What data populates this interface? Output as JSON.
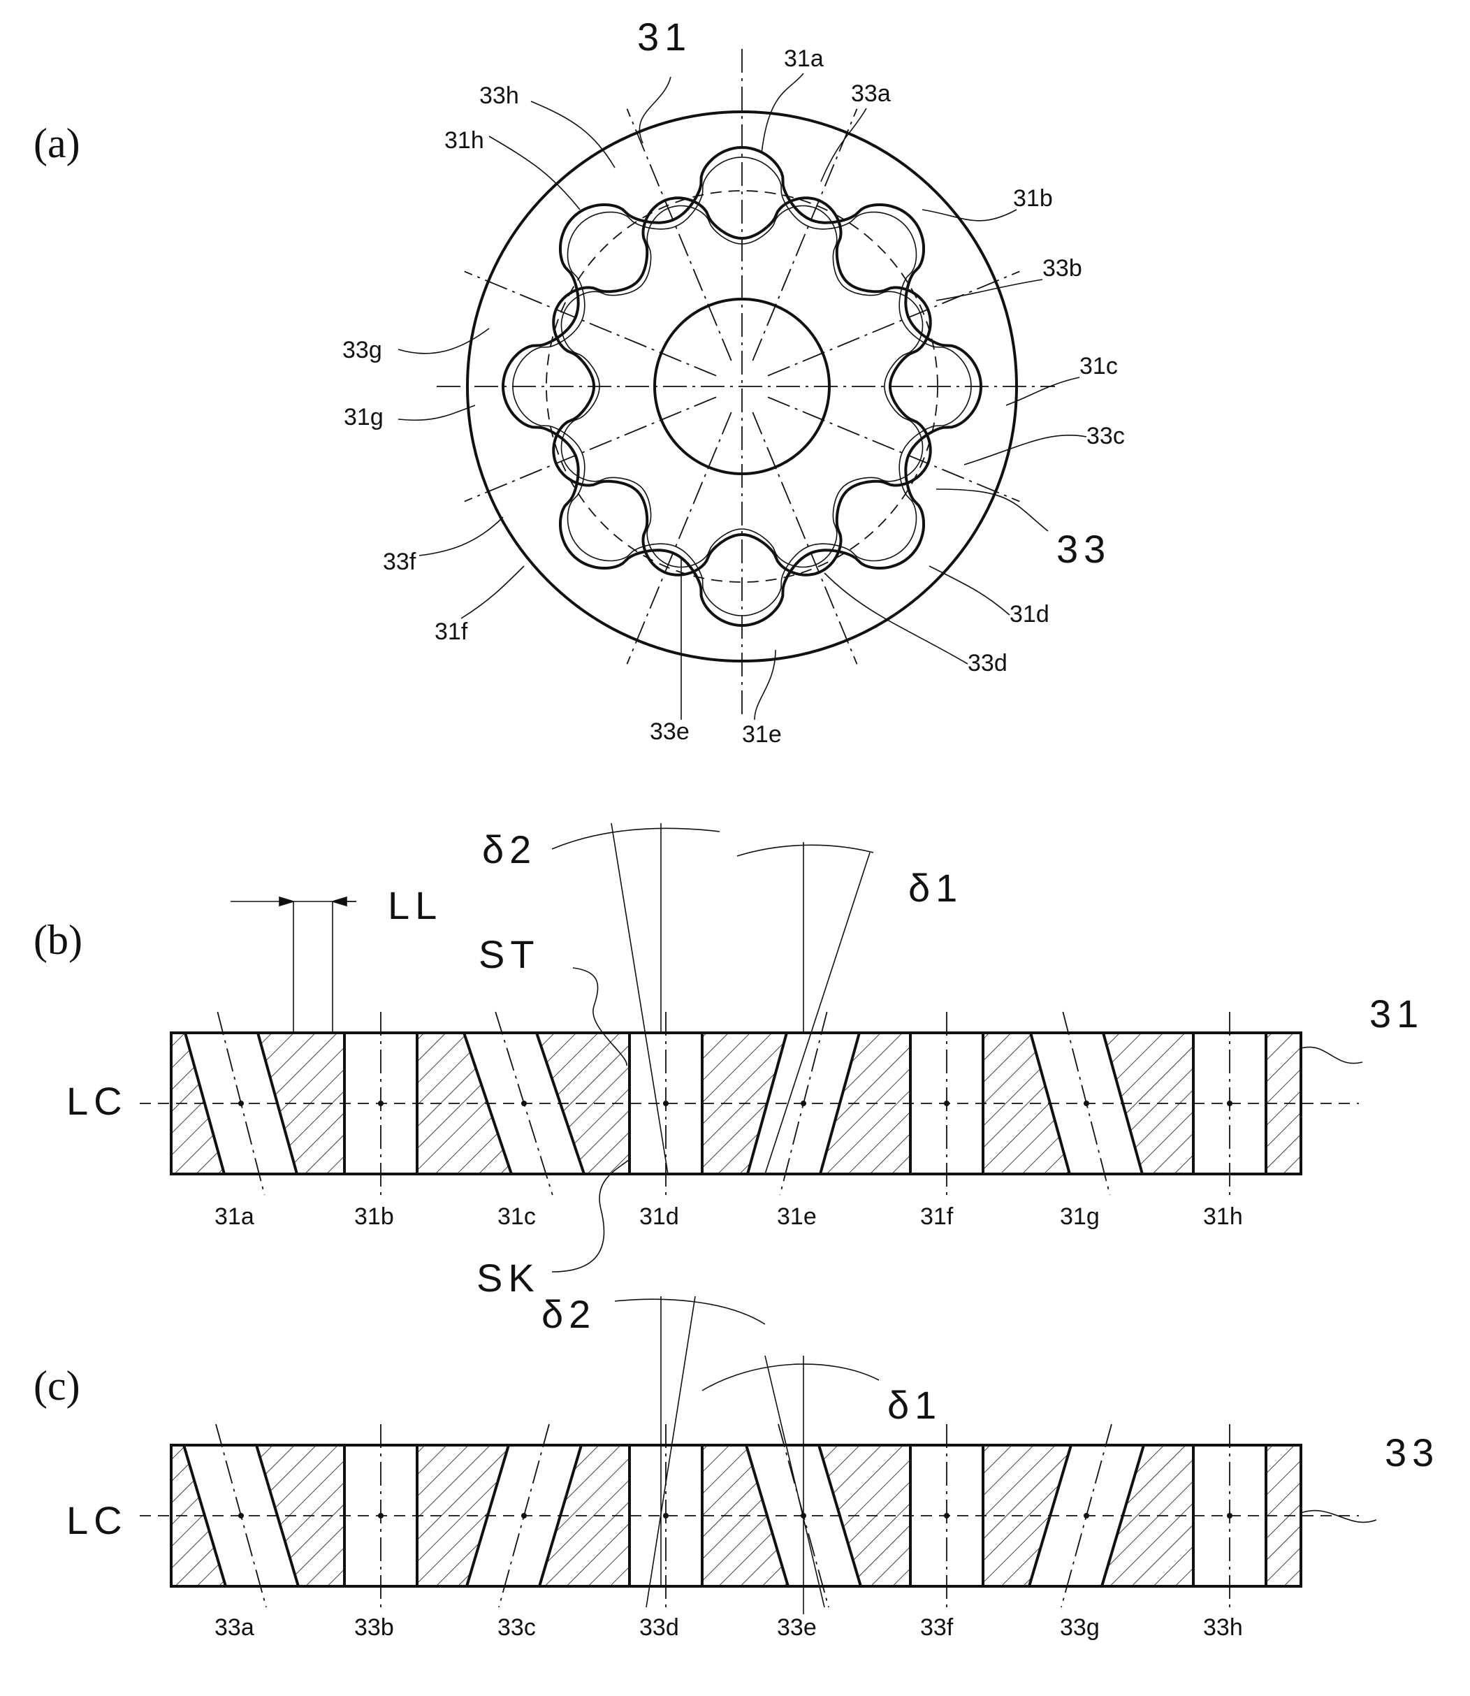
{
  "panels": {
    "a": "(a)",
    "b": "(b)",
    "c": "(c)"
  },
  "part_numbers": {
    "outer": "31",
    "inner": "33"
  },
  "panel_a": {
    "outer_grooves": [
      "31a",
      "31b",
      "31c",
      "31d",
      "31e",
      "31f",
      "31g",
      "31h"
    ],
    "inner_grooves": [
      "33a",
      "33b",
      "33c",
      "33d",
      "33e",
      "33f",
      "33g",
      "33h"
    ]
  },
  "panel_b": {
    "dimension_ll": "LL",
    "stopper_st": "ST",
    "skew_sk": "SK",
    "center_line": "LC",
    "delta1": "δ1",
    "delta2": "δ2",
    "groove_labels": [
      "31a",
      "31b",
      "31c",
      "31d",
      "31e",
      "31f",
      "31g",
      "31h"
    ]
  },
  "panel_c": {
    "center_line": "LC",
    "delta1": "δ1",
    "delta2": "δ2",
    "groove_labels": [
      "33a",
      "33b",
      "33c",
      "33d",
      "33e",
      "33f",
      "33g",
      "33h"
    ]
  }
}
